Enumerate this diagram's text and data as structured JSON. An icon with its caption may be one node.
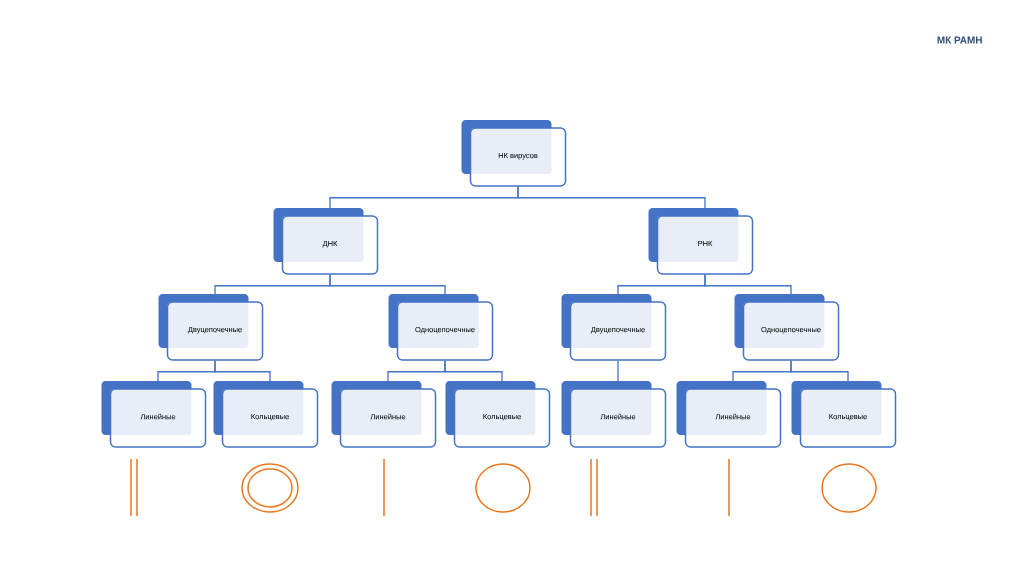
{
  "diagram": {
    "nodes": [
      {
        "text": [
          "НК вирусов"
        ]
      },
      {
        "text": [
          "ДНК"
        ]
      },
      {
        "text": [
          "РНК"
        ]
      },
      {
        "text": [
          "Двуцепочечные"
        ]
      },
      {
        "text": [
          "Одноцепочечные"
        ]
      },
      {
        "text": [
          "Двуцепочечные"
        ]
      },
      {
        "text": [
          "Одноцепочечные"
        ]
      },
      {
        "text": [
          "Линейные"
        ]
      },
      {
        "text": [
          "Кольцевые"
        ]
      },
      {
        "text": [
          "Линейные"
        ]
      },
      {
        "text": [
          "Кольцевые"
        ]
      },
      {
        "text": [
          "Линейные"
        ]
      },
      {
        "text": [
          "Линейные"
        ]
      },
      {
        "text": [
          "Кольцевые"
        ]
      }
    ],
    "edges": [
      {
        "from": 0,
        "to": 1,
        "arrow": "none"
      },
      {
        "from": 0,
        "to": 2,
        "arrow": "none"
      },
      {
        "from": 1,
        "to": 3,
        "arrow": "none"
      },
      {
        "from": 1,
        "to": 4,
        "arrow": "none"
      },
      {
        "from": 2,
        "to": 5,
        "arrow": "none"
      },
      {
        "from": 2,
        "to": 6,
        "arrow": "none"
      },
      {
        "from": 3,
        "to": 7,
        "arrow": "none"
      },
      {
        "from": 3,
        "to": 8,
        "arrow": "none"
      },
      {
        "from": 4,
        "to": 9,
        "arrow": "none"
      },
      {
        "from": 4,
        "to": 10,
        "arrow": "none"
      },
      {
        "from": 5,
        "to": 11,
        "arrow": "none"
      },
      {
        "from": 6,
        "to": 12,
        "arrow": "none"
      },
      {
        "from": 6,
        "to": 13,
        "arrow": "none"
      }
    ],
    "labels": [
      "МК РАМН"
    ]
  }
}
